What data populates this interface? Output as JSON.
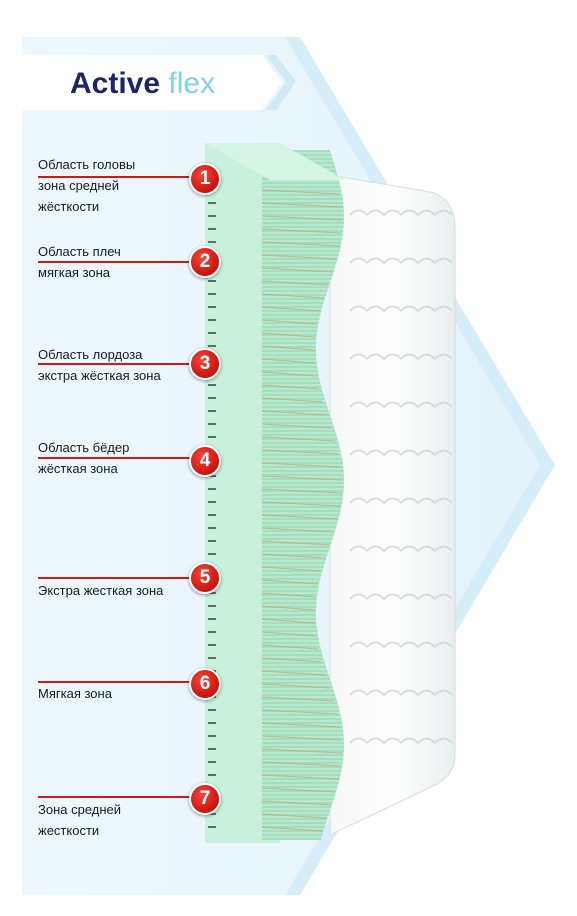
{
  "brand": {
    "word1": "Active",
    "word2": "flex"
  },
  "colors": {
    "brand_dark": "#1d2565",
    "brand_light": "#7fd0f0",
    "badge_red": "#d71b14",
    "foam_green": "#a8e4c4",
    "background_panel": "#eaf6fb"
  },
  "zones": [
    {
      "number": "1",
      "lines": [
        "Область головы",
        "зона средней",
        "жёсткости"
      ]
    },
    {
      "number": "2",
      "lines": [
        "Область плеч",
        "мягкая зона"
      ]
    },
    {
      "number": "3",
      "lines": [
        "Область лордоза",
        "экстра жёсткая зона"
      ]
    },
    {
      "number": "4",
      "lines": [
        "Область бёдер",
        "жёсткая зона"
      ]
    },
    {
      "number": "5",
      "lines": [
        "Экстра жесткая зона"
      ]
    },
    {
      "number": "6",
      "lines": [
        "Мягкая зона"
      ]
    },
    {
      "number": "7",
      "lines": [
        "Зона средней",
        "жесткости"
      ]
    }
  ]
}
